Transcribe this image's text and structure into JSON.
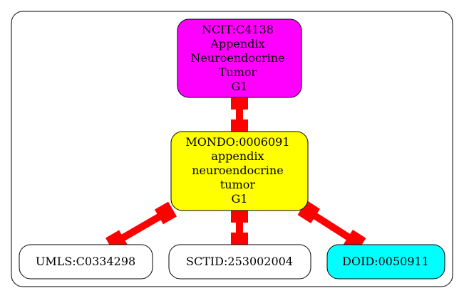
{
  "nodes": {
    "ncit": {
      "lines": [
        "NCIT:C4138",
        "Appendix",
        "Neuroendocrine",
        "Tumor",
        "G1"
      ],
      "fill": "#ff00ff"
    },
    "mondo": {
      "lines": [
        "MONDO:0006091",
        "appendix",
        "neuroendocrine",
        "tumor",
        "G1"
      ],
      "fill": "#ffff00"
    },
    "umls": {
      "lines": [
        "UMLS:C0334298"
      ],
      "fill": "#ffffff"
    },
    "sctid": {
      "lines": [
        "SCTID:253002004"
      ],
      "fill": "#ffffff"
    },
    "doid": {
      "lines": [
        "DOID:0050911"
      ],
      "fill": "#00ffff"
    }
  },
  "edges": [
    {
      "from": "ncit",
      "to": "mondo"
    },
    {
      "from": "mondo",
      "to": "umls"
    },
    {
      "from": "mondo",
      "to": "sctid"
    },
    {
      "from": "mondo",
      "to": "doid"
    }
  ],
  "edge_color": "#ff0000"
}
